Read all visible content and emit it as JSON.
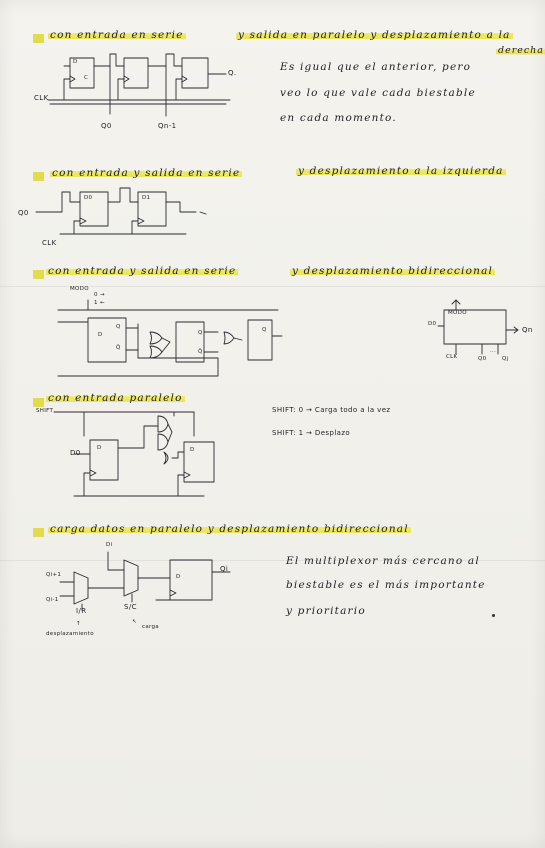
{
  "sections": [
    {
      "title_a": "con entrada en serie",
      "title_b": "y salida en paralelo y desplazamiento a la",
      "title_c": "derecha",
      "note": [
        "Es igual que el anterior, pero",
        "veo lo que vale cada biestable",
        "en cada momento."
      ],
      "labels": {
        "clk": "CLK",
        "q_out": "Q.",
        "q0": "Q0",
        "qn1": "Qn-1",
        "d": "D",
        "c": "C"
      }
    },
    {
      "title_a": "con entrada y salida en serie",
      "title_b": "y desplazamiento a la izquierda",
      "labels": {
        "q0": "Q0",
        "clk": "CLK",
        "d0": "D0",
        "d1": "D1"
      }
    },
    {
      "title_a": "con entrada y salida en serie",
      "title_b": "y desplazamiento bidireccional",
      "labels": {
        "modo": "MODO",
        "modo_sel_0": "0 →",
        "modo_sel_1": "1 ←",
        "d": "D",
        "q": "Q",
        "qbar": "Q̄",
        "box_modo": "MODO",
        "box_d0": "D0",
        "box_qn": "Qn",
        "box_clk": "CLK",
        "box_q0": "Q0",
        "box_dots": "...",
        "box_qj": "Qj"
      }
    },
    {
      "title_a": "con entrada paralelo",
      "labels": {
        "shift": "SHIFT",
        "d0": "D0",
        "d": "D"
      },
      "note": [
        "SHIFT: 0 → Carga todo a la vez",
        "SHIFT: 1 → Desplazo"
      ]
    },
    {
      "title_a": "carga datos en paralelo y desplazamiento bidireccional",
      "labels": {
        "di": "Di",
        "qi_plus": "Qi+1",
        "qi_minus": "Qi-1",
        "i_r": "I/R",
        "s_c": "S/C",
        "d": "D",
        "qi": "Qi",
        "desp": "desplazamiento",
        "carga": "carga"
      },
      "note": [
        "El multiplexor más cercano al",
        "biestable es el más importante",
        "y prioritario"
      ]
    }
  ]
}
